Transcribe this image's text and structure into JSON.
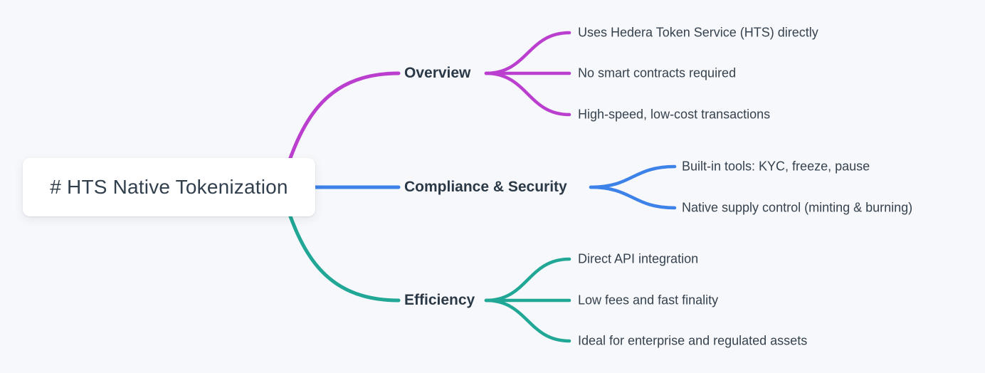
{
  "theme": {
    "page_background": "#f7f8fb",
    "node_background": "#ffffff",
    "root_text_color": "#32404e",
    "branch_text_color": "#2b3947",
    "leaf_text_color": "#36424e"
  },
  "root": {
    "label": "# HTS Native Tokenization"
  },
  "branches": [
    {
      "label": "Overview",
      "color": "#bb3fcf",
      "children": [
        "Uses Hedera Token Service (HTS) directly",
        "No smart contracts required",
        "High-speed, low-cost transactions"
      ]
    },
    {
      "label": "Compliance & Security",
      "color": "#3d82e8",
      "children": [
        "Built-in tools: KYC, freeze, pause",
        "Native supply control (minting & burning)"
      ]
    },
    {
      "label": "Efficiency",
      "color": "#21a795",
      "children": [
        "Direct API integration",
        "Low fees and fast finality",
        "Ideal for enterprise and regulated assets"
      ]
    }
  ]
}
